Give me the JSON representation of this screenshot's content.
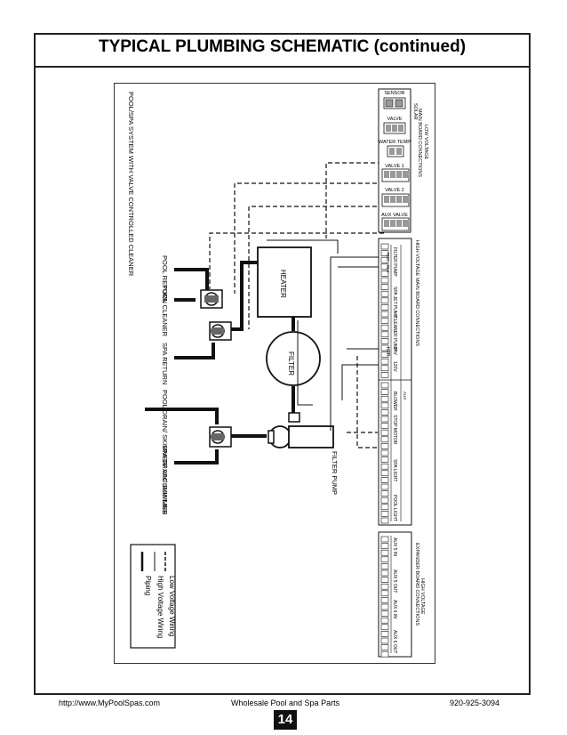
{
  "title": "TYPICAL PLUMBING SCHEMATIC (continued)",
  "sheet_caption": "POOL/SPA SYSTEM WITH VALVE CONTROLLED CLEANER",
  "low_voltage": {
    "header_line1": "LOW VOLTAGE",
    "header_line2": "MAIN BOARD CONNECTIONS",
    "sensor": "SENSOR",
    "solar": "SOLAR",
    "valve": "VALVE",
    "water_temp": "WATER TEMP",
    "valve1": "VALVE 1",
    "valve2": "VALVE 2",
    "aux_valve": "AUX VALVE"
  },
  "high_voltage_main": {
    "header": "HIGH VOLTAGE MAIN BOARD CONNECTIONS",
    "filter_pump": "FILTER PUMP",
    "spa_jet_pump": "SPA JET PUMP",
    "cleaner_pump": "CLEANER PUMP",
    "v24": "24V",
    "htr": "HTR",
    "v120": "120V",
    "aux": "AUX",
    "blower": "BLOWER",
    "stop_motor": "STOP MOTOR",
    "spa_light": "SPA LIGHT",
    "pool_light": "POOL LIGHT",
    "red": "RED",
    "blk": "BLK"
  },
  "high_voltage_expander": {
    "header_line1": "HIGH VOLTAGE",
    "header_line2": "EXPANDER BOARD CONNECTIONS",
    "aux5_in": "AUX 5 IN",
    "aux5_out": "AUX 5 OUT",
    "aux6_in": "AUX 6 IN",
    "aux6_out": "AUX 6 OUT"
  },
  "components": {
    "heater": "HEATER",
    "filter": "FILTER",
    "filter_pump": "FILTER PUMP",
    "pool_return": "POOL RETURN",
    "pool_cleaner": "POOL CLEANER",
    "spa_return": "SPA RETURN",
    "pool_drain": "POOL DRAIN/ SKIMMER/ VACUUM LINE",
    "spa_drain": "SPA DRAIN/ SKIMMER"
  },
  "legend": {
    "low_voltage_wiring": "Low Voltage Wiring",
    "high_voltage_wiring": "High Voltage Wiring",
    "piping": "Piping"
  },
  "footer": {
    "url": "http://www.MyPoolSpas.com",
    "company": "Wholesale Pool and Spa Parts",
    "phone": "920-925-3094",
    "page": "14"
  }
}
